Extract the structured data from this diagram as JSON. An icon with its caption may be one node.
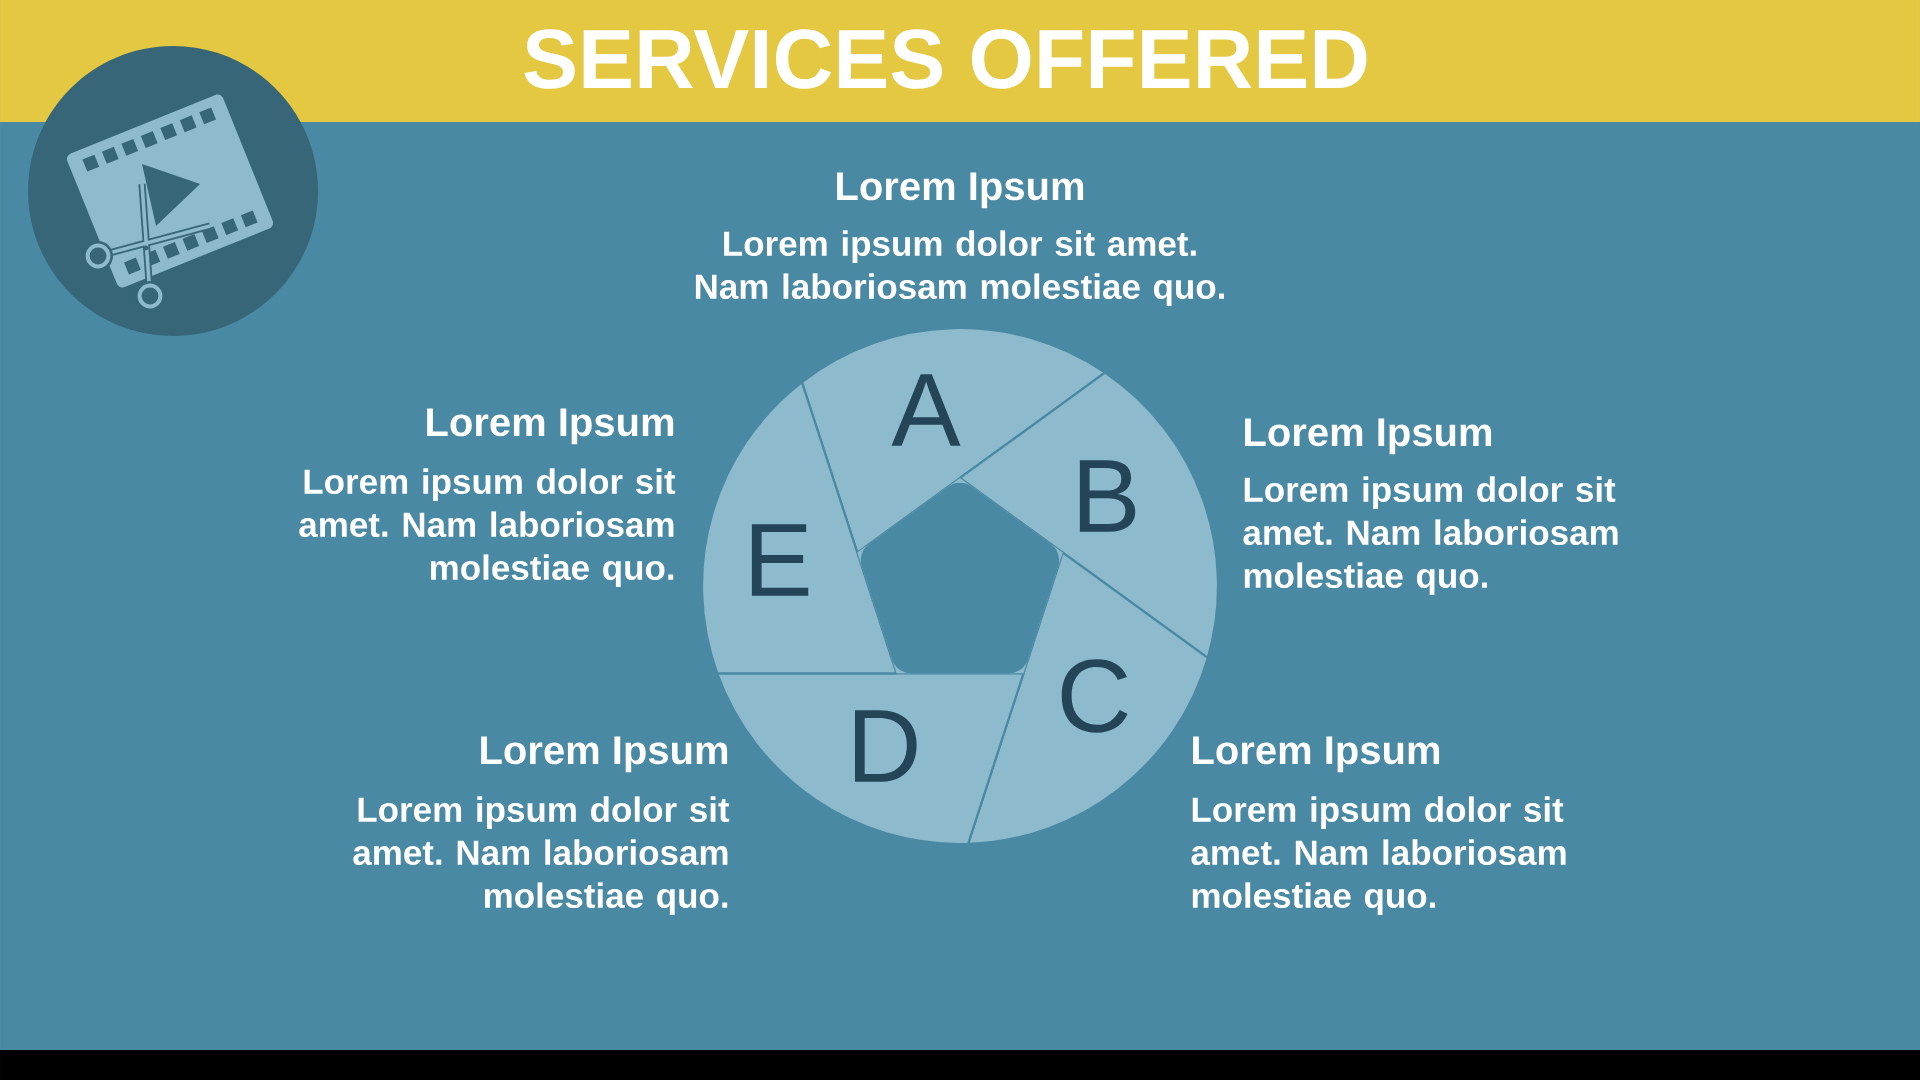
{
  "diagram": {
    "title": "SERVICES OFFERED",
    "nodes": [
      {
        "text": [
          "A"
        ],
        "beside": [
          "Lorem Ipsum",
          "Lorem ipsum dolor sit amet. Nam laboriosam molestiae quo."
        ]
      },
      {
        "text": [
          "B"
        ],
        "beside": [
          "Lorem Ipsum",
          "Lorem ipsum dolor sit amet. Nam laboriosam molestiae quo."
        ]
      },
      {
        "text": [
          "C"
        ],
        "beside": [
          "Lorem Ipsum",
          "Lorem ipsum dolor sit amet. Nam laboriosam molestiae quo."
        ]
      },
      {
        "text": [
          "D"
        ],
        "beside": [
          "Lorem Ipsum",
          "Lorem ipsum dolor sit amet. Nam laboriosam molestiae quo."
        ]
      },
      {
        "text": [
          "E"
        ],
        "beside": [
          "Lorem Ipsum",
          "Lorem ipsum dolor sit amet. Nam laboriosam molestiae quo."
        ]
      }
    ]
  }
}
